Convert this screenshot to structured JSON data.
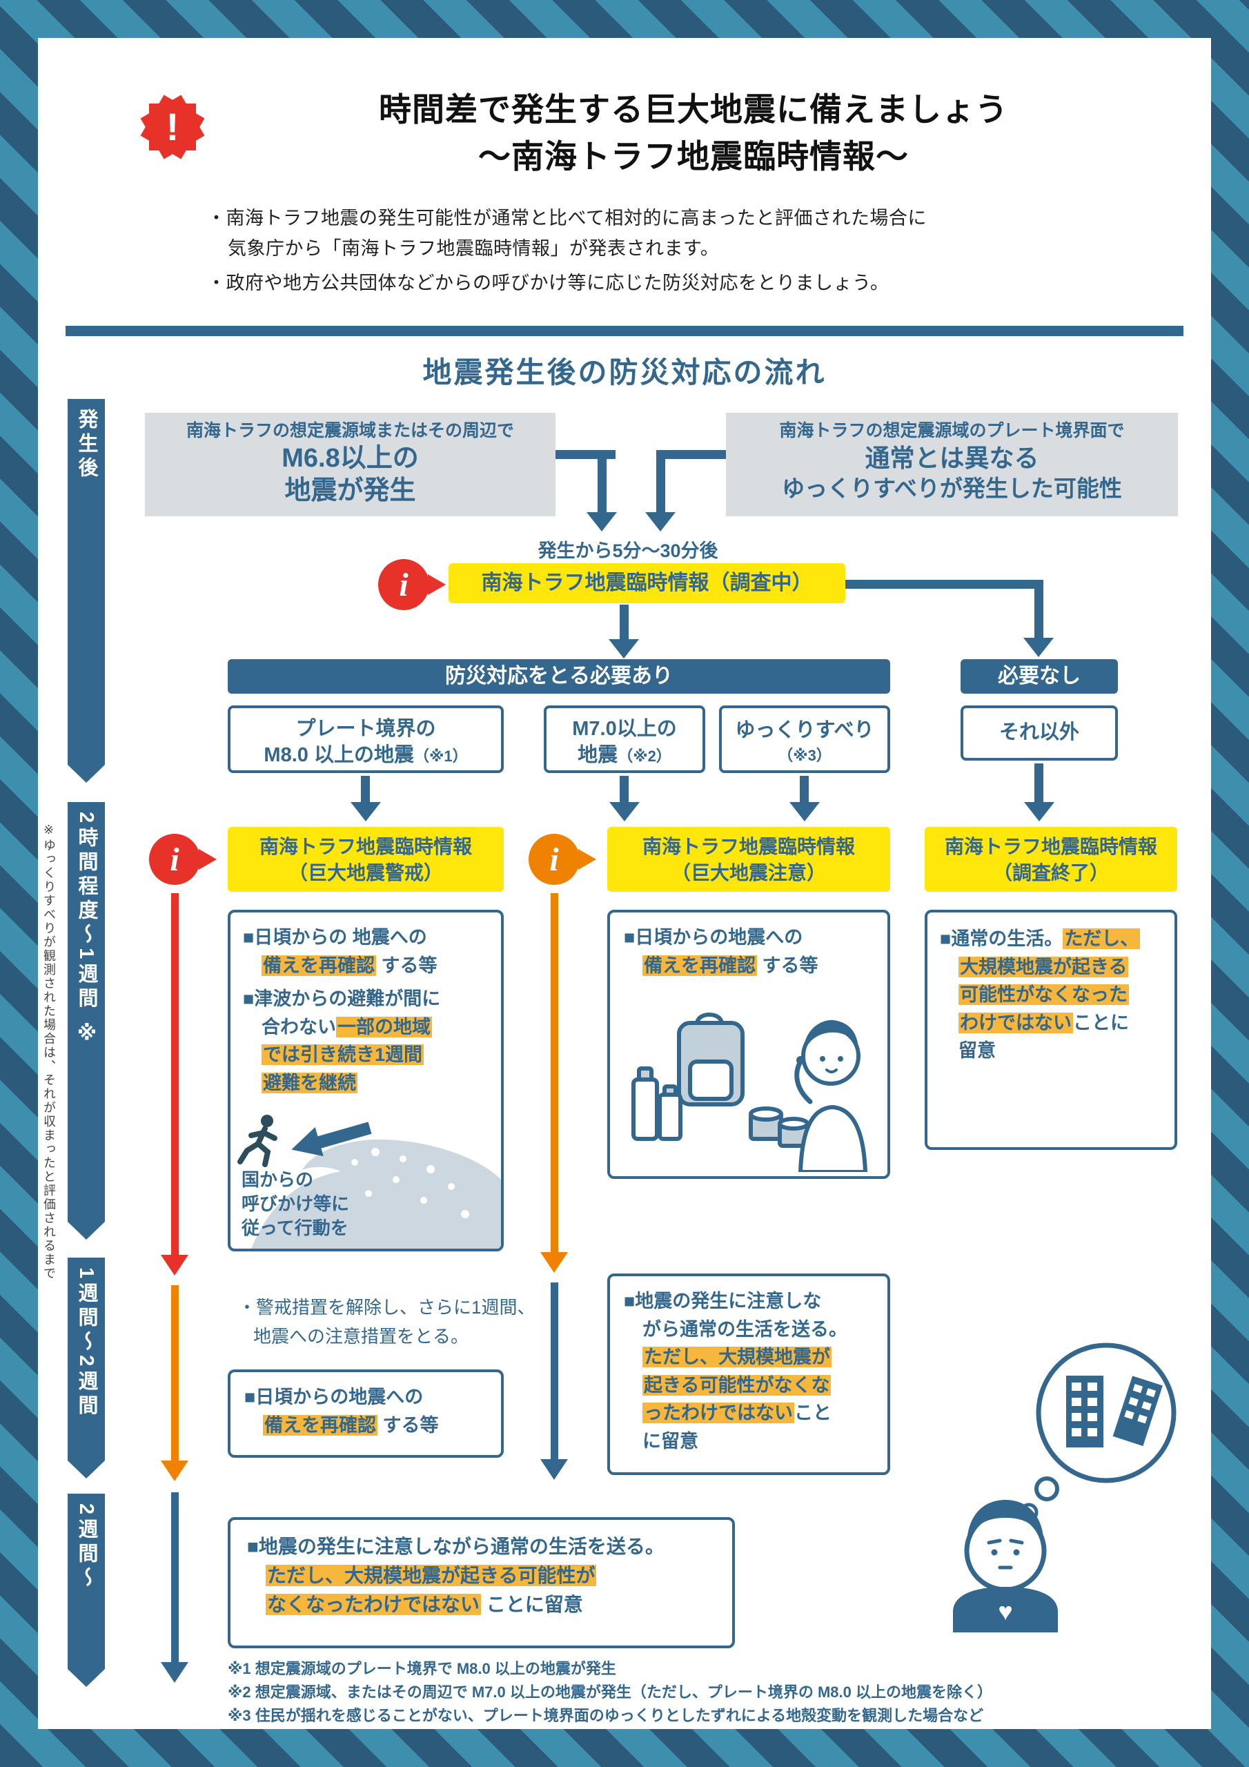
{
  "meta": {
    "colors": {
      "deep_blue": "#34678d",
      "red": "#e63229",
      "orange": "#ef8200",
      "banner_yellow": "#ffe60b",
      "text_highlight": "#f6b73c",
      "gray_box": "#d9dde0",
      "stripe_dark": "#2c5a7b",
      "stripe_light": "#3e8fae"
    }
  },
  "icons": {
    "alert_glyph": "!",
    "info_glyph": "i"
  },
  "header": {
    "title_line1": "時間差で発生する巨大地震に備えましょう",
    "title_line2": "〜南海トラフ地震臨時情報〜",
    "bullet1_line1": "・南海トラフ地震の発生可能性が通常と比べて相対的に高まったと評価された場合に",
    "bullet1_line2": "気象庁から「南海トラフ地震臨時情報」が発表されます。",
    "bullet2": "・政府や地方公共団体などからの呼びかけ等に応じた防災対応をとりましょう。"
  },
  "flow": {
    "section_title": "地震発生後の防災対応の流れ",
    "timeline_phase1": "発生後",
    "timeline_phase2": "2時間程度〜1週間 ※",
    "timeline_phase3": "1週間〜2週間",
    "timeline_phase4": "2週間〜",
    "side_note": "※ゆっくりすべりが観測された場合は、それが収まったと評価されるまで",
    "trigger_left_line1": "南海トラフの想定震源域またはその周辺で",
    "trigger_left_line2": "M6.8以上の",
    "trigger_left_line3": "地震が発生",
    "trigger_right_line1": "南海トラフの想定震源域のプレート境界面で",
    "trigger_right_line2": "通常とは異なる",
    "trigger_right_line3": "ゆっくりすべりが発生した可能性",
    "timing_note": "発生から5分〜30分後",
    "info_investigating": "南海トラフ地震臨時情報（調査中）",
    "branch_need": "防災対応をとる必要あり",
    "branch_noneed": "必要なし",
    "cond1_line1": "プレート境界の",
    "cond1_line2": "M8.0 以上の地震",
    "cond1_note": "（※1）",
    "cond2_line1": "M7.0以上の",
    "cond2_line2": "地震",
    "cond2_note": "（※2）",
    "cond3_line1": "ゆっくりすべり",
    "cond3_note": "（※3）",
    "cond4": "それ以外",
    "result1_line1": "南海トラフ地震臨時情報",
    "result1_line2": "（巨大地震警戒）",
    "result2_line1": "南海トラフ地震臨時情報",
    "result2_line2": "（巨大地震注意）",
    "result3_line1": "南海トラフ地震臨時情報",
    "result3_line2": "（調査終了）"
  },
  "actions": {
    "keikai": {
      "l1": [
        {
          "t": "■日頃からの 地震への",
          "h": false
        }
      ],
      "l2": [
        {
          "t": "備えを再確認",
          "h": true
        },
        {
          "t": " する等",
          "h": false
        }
      ],
      "l3": [
        {
          "t": "■津波からの避難が間に",
          "h": false
        }
      ],
      "l4": [
        {
          "t": "合わない",
          "h": false
        },
        {
          "t": "一部の地域",
          "h": true
        }
      ],
      "l5": [
        {
          "t": "では引き続き1週間",
          "h": true
        }
      ],
      "l6": [
        {
          "t": "避難を継続",
          "h": true
        }
      ],
      "caption_l1": "国からの",
      "caption_l2": "呼びかけ等に",
      "caption_l3": "従って行動を"
    },
    "chui": {
      "l1": [
        {
          "t": "■日頃からの地震への",
          "h": false
        }
      ],
      "l2": [
        {
          "t": "備えを再確認",
          "h": true
        },
        {
          "t": " する等",
          "h": false
        }
      ]
    },
    "shuryo": {
      "l1": [
        {
          "t": "■通常の生活。",
          "h": false
        },
        {
          "t": "ただし、",
          "h": true
        }
      ],
      "l2": [
        {
          "t": "大規模地震が起きる",
          "h": true
        }
      ],
      "l3": [
        {
          "t": "可能性がなくなった",
          "h": true
        }
      ],
      "l4": [
        {
          "t": "わけではない",
          "h": true
        },
        {
          "t": "ことに",
          "h": false
        }
      ],
      "l5": [
        {
          "t": "留意",
          "h": false
        }
      ]
    }
  },
  "week2": {
    "note_line1": "・警戒措置を解除し、さらに1週間、",
    "note_line2": "地震への注意措置をとる。",
    "box_left": {
      "l1": [
        {
          "t": "■日頃からの地震への",
          "h": false
        }
      ],
      "l2": [
        {
          "t": "備えを再確認",
          "h": true
        },
        {
          "t": " する等",
          "h": false
        }
      ]
    },
    "box_mid": {
      "l1": [
        {
          "t": "■地震の発生に注意しな",
          "h": false
        }
      ],
      "l2": [
        {
          "t": "がら通常の生活を送る。",
          "h": false
        }
      ],
      "l3": [
        {
          "t": "ただし、大規模地震が",
          "h": true
        }
      ],
      "l4": [
        {
          "t": "起きる可能性がなくな",
          "h": true
        }
      ],
      "l5": [
        {
          "t": "ったわけではない",
          "h": true
        },
        {
          "t": "こと",
          "h": false
        }
      ],
      "l6": [
        {
          "t": "に留意",
          "h": false
        }
      ]
    }
  },
  "after2w": {
    "box": {
      "l1": [
        {
          "t": "■地震の発生に注意しながら通常の生活を送る。",
          "h": false
        }
      ],
      "l2": [
        {
          "t": "ただし、大規模地震が起きる可能性が",
          "h": true
        }
      ],
      "l3": [
        {
          "t": "なくなったわけではない",
          "h": true
        },
        {
          "t": " ことに留意",
          "h": false
        }
      ]
    }
  },
  "footnotes": {
    "f1": "※1 想定震源域のプレート境界で M8.0 以上の地震が発生",
    "f2": "※2 想定震源域、またはその周辺で M7.0 以上の地震が発生（ただし、プレート境界の M8.0 以上の地震を除く）",
    "f3": "※3 住民が揺れを感じることがない、プレート境界面のゆっくりとしたずれによる地殻変動を観測した場合など"
  }
}
